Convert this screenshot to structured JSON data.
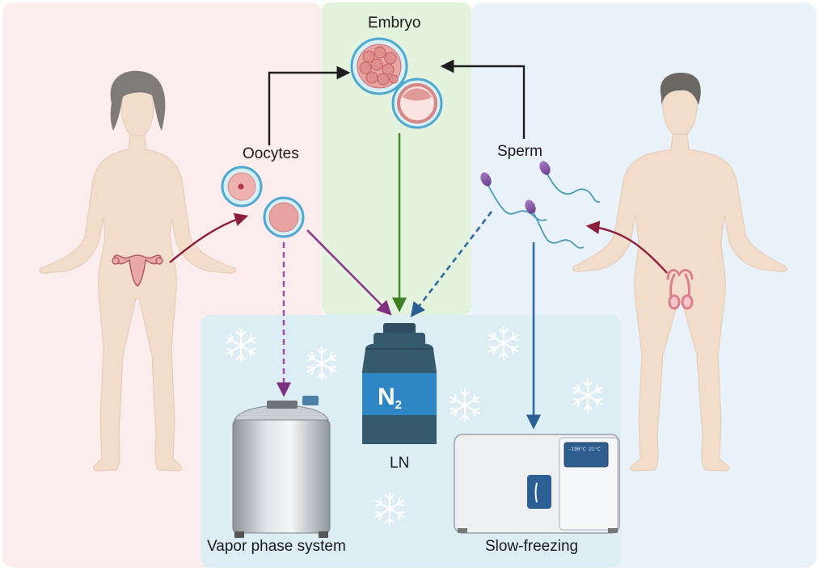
{
  "labels": {
    "embryo": "Embryo",
    "oocytes": "Oocytes",
    "sperm": "Sperm",
    "ln": "LN",
    "n2_main": "N",
    "n2_sub": "2",
    "vapor_phase": "Vapor phase system",
    "slow_freezing": "Slow-freezing",
    "freezer_display": "-196°C  21°C"
  },
  "colors": {
    "female_panel": "#fbeced",
    "embryo_panel": "#e4f3de",
    "male_panel": "#e9f1f9",
    "cryo_panel": "#dcedf3",
    "skin": "#f2ddcb",
    "female_hair": "#7e7b78",
    "male_hair": "#6b6864",
    "oocyte_arrow": "#8e3a8e",
    "embryo_arrow": "#4b8e2e",
    "sperm_arrow": "#2f6aa3",
    "organ_arrow": "#8b1f3b",
    "dewar": "#355a6e",
    "n2_band": "#2f86c5",
    "snowflake": "#ffffff"
  },
  "icons": {
    "snowflake": "snowflake-icon",
    "dewar": "liquid-nitrogen-dewar-icon",
    "vapor": "vapor-phase-tank-icon",
    "freezer": "slow-freezer-icon"
  }
}
